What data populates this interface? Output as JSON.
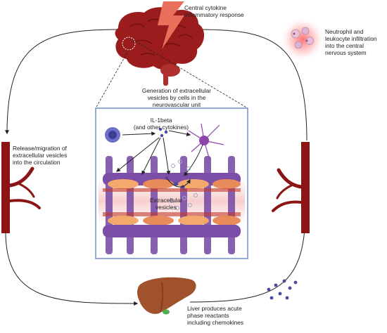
{
  "labels": {
    "central_response": "Central cytokine\ninflammatory response",
    "neutrophil_infiltration": "Neutrophil and\nleukocyte infiltration\ninto the central\nnervous system",
    "ev_generation": "Generation of extracellular\nvesicles by cells in the\nneurovascular unit",
    "il1beta": "IL-1beta\n(and other cytokines)",
    "extracellular_vesicles": "Extracellular\nvesicles",
    "release_migration": "Release/migration of\nextracellular vesicles\ninto the circulation",
    "liver_reactants": "Liver produces acute\nphase reactants\nincluding chemokines"
  },
  "colors": {
    "brain": "#9b1c1c",
    "lightning": "#e8705a",
    "vessel": "#8b1414",
    "liver": "#a0522d",
    "neutrophil_glow": "#ff6b6b",
    "astrocyte": "#8e44ad",
    "endothelium": "#f2a96b",
    "inset_border": "#6d8fc7"
  }
}
